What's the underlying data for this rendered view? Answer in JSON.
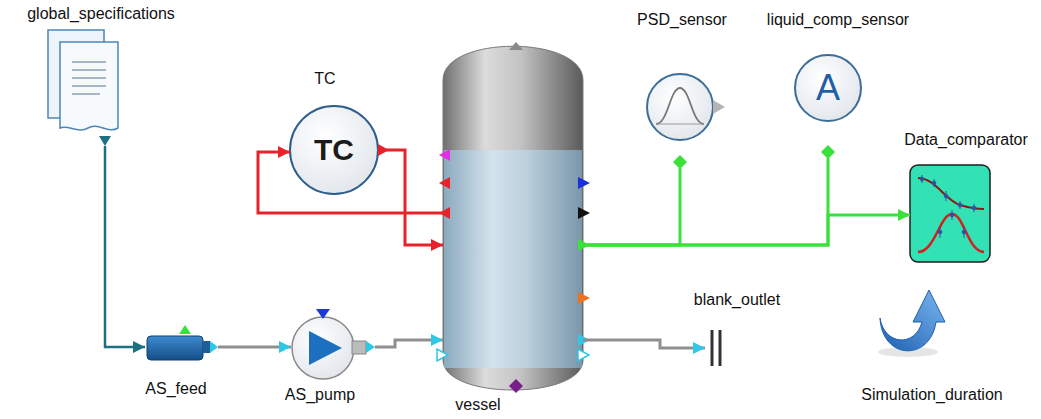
{
  "diagram": {
    "nodes": [
      {
        "text": [
          "global_specifications"
        ]
      },
      {
        "text": [
          "TC",
          "TC"
        ]
      },
      {
        "text": [
          "vessel"
        ]
      },
      {
        "text": [
          "PSD_sensor"
        ]
      },
      {
        "text": [
          "liquid_comp_sensor",
          "A"
        ]
      },
      {
        "text": [
          "Data_comparator"
        ]
      },
      {
        "text": [
          "AS_feed"
        ]
      },
      {
        "text": [
          "AS_pump"
        ]
      },
      {
        "text": [
          "blank_outlet"
        ]
      },
      {
        "text": [
          "Simulation_duration"
        ]
      }
    ],
    "edges": [
      {
        "from": 0,
        "to": 6,
        "arrow": "to"
      },
      {
        "from": 6,
        "to": 7,
        "arrow": "to"
      },
      {
        "from": 7,
        "to": 2,
        "arrow": "to"
      },
      {
        "from": 2,
        "to": 8,
        "arrow": "to"
      },
      {
        "from": 1,
        "to": 2,
        "arrow": "to"
      },
      {
        "from": 2,
        "to": 1,
        "arrow": "to"
      },
      {
        "from": 2,
        "to": 3,
        "arrow": "none"
      },
      {
        "from": 2,
        "to": 4,
        "arrow": "none"
      },
      {
        "from": 2,
        "to": 5,
        "arrow": "to"
      }
    ]
  }
}
